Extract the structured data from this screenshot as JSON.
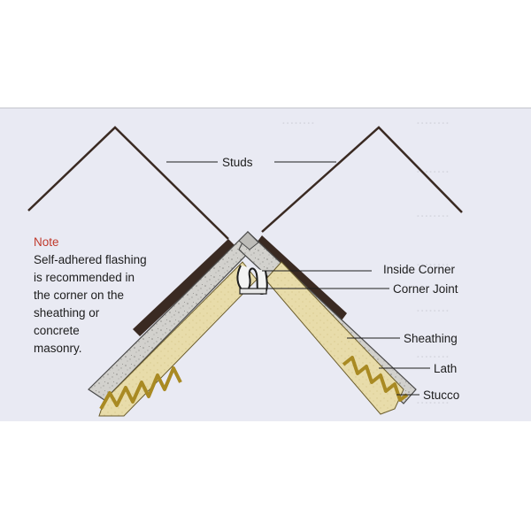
{
  "labels": {
    "studs": "Studs",
    "inside_corner": "Inside Corner",
    "corner_joint": "Corner Joint",
    "sheathing": "Sheathing",
    "lath": "Lath",
    "stucco": "Stucco"
  },
  "note": {
    "title": "Note",
    "lines": [
      "Self-adhered flashing",
      "is recommended in",
      "the corner on the",
      "sheathing or",
      "concrete",
      "masonry."
    ]
  },
  "colors": {
    "background_panel": "#e9eaf3",
    "stud_line": "#3a2a22",
    "sheathing_fill": "#d2d1cd",
    "stucco_fill": "#e8dcaa",
    "lath_fill": "#c7a63c",
    "note_title": "#c0392b"
  }
}
